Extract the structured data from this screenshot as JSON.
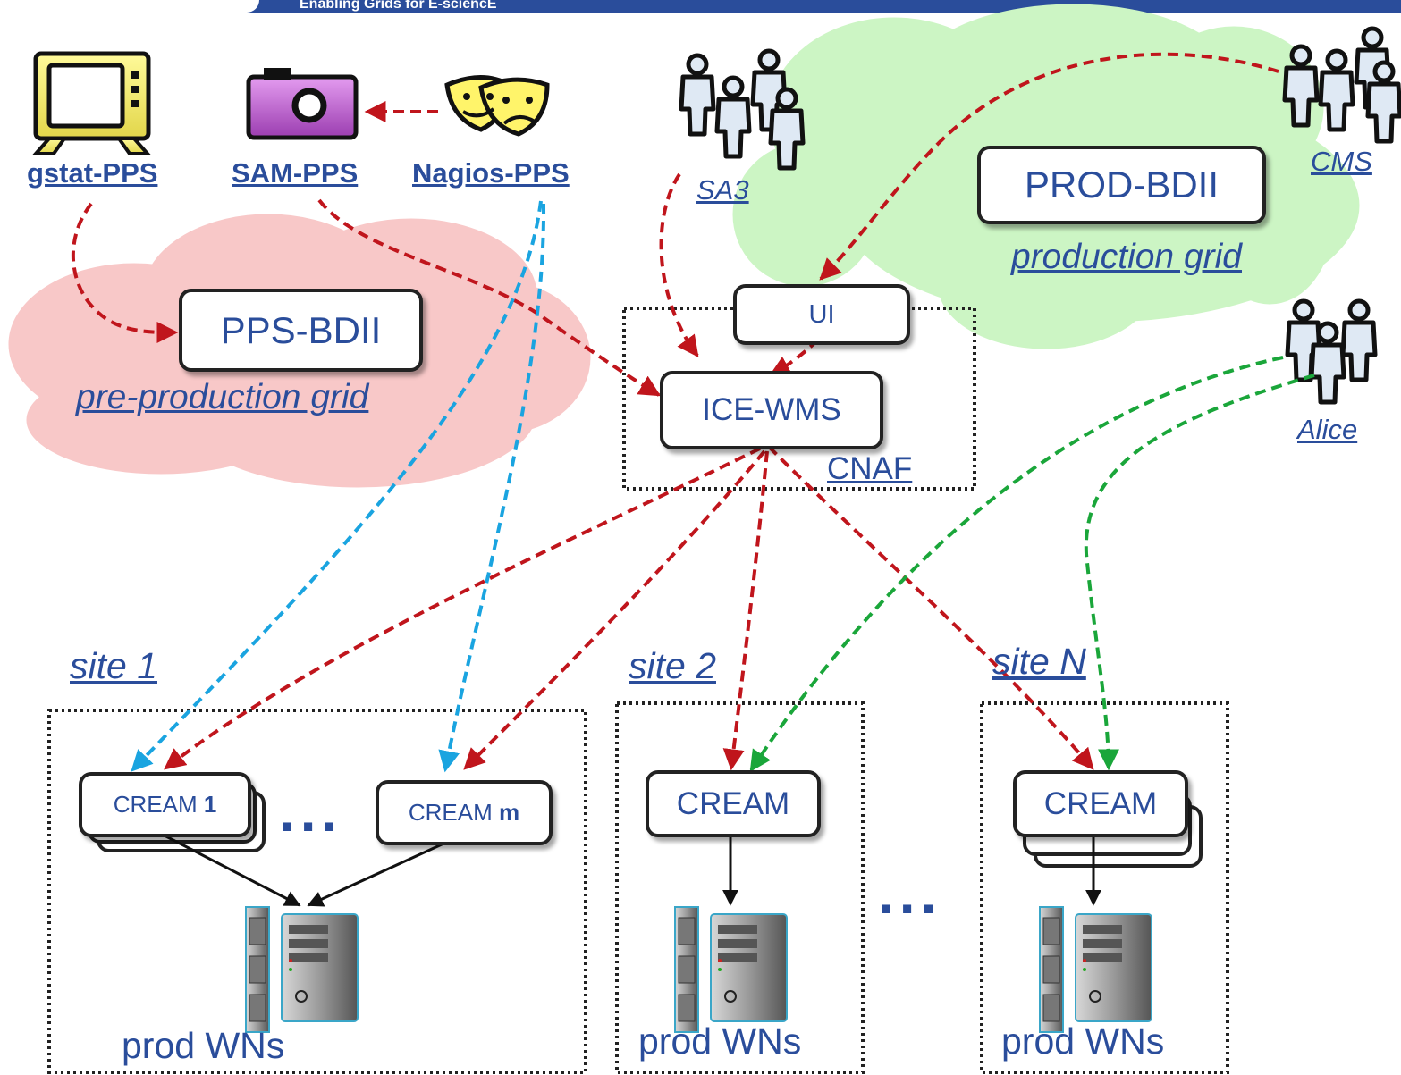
{
  "header": {
    "banner_text": "Enabling Grids for E-sciencE"
  },
  "tools": {
    "gstat": "gstat-PPS",
    "sam": "SAM-PPS",
    "nagios": "Nagios-PPS"
  },
  "grids": {
    "pps_bdii": "PPS-BDII",
    "pps_label": "pre-production grid",
    "prod_bdii": "PROD-BDII",
    "prod_label": "production grid"
  },
  "user_groups": {
    "sa3": "SA3",
    "cms": "CMS",
    "alice": "Alice"
  },
  "cnaf": {
    "ui": "UI",
    "wms": "ICE-WMS",
    "label": "CNAF"
  },
  "sites": [
    {
      "label": "site 1",
      "ce_a_prefix": "CREAM ",
      "ce_a_suffix": "1",
      "ce_b_prefix": "CREAM ",
      "ce_b_suffix": "m",
      "wn_label": "prod WNs"
    },
    {
      "label": "site 2",
      "ce": "CREAM",
      "wn_label": "prod WNs"
    },
    {
      "label": "site N",
      "ce": "CREAM",
      "wn_label": "prod WNs"
    }
  ],
  "ellipsis": "...",
  "colors": {
    "text_blue": "#2a4d9b",
    "red_flow": "#c0151c",
    "cyan_flow": "#1aa4e0",
    "green_flow": "#1aa63a",
    "pink_cloud": "#f8c8c8",
    "green_cloud": "#ccf5c4"
  }
}
